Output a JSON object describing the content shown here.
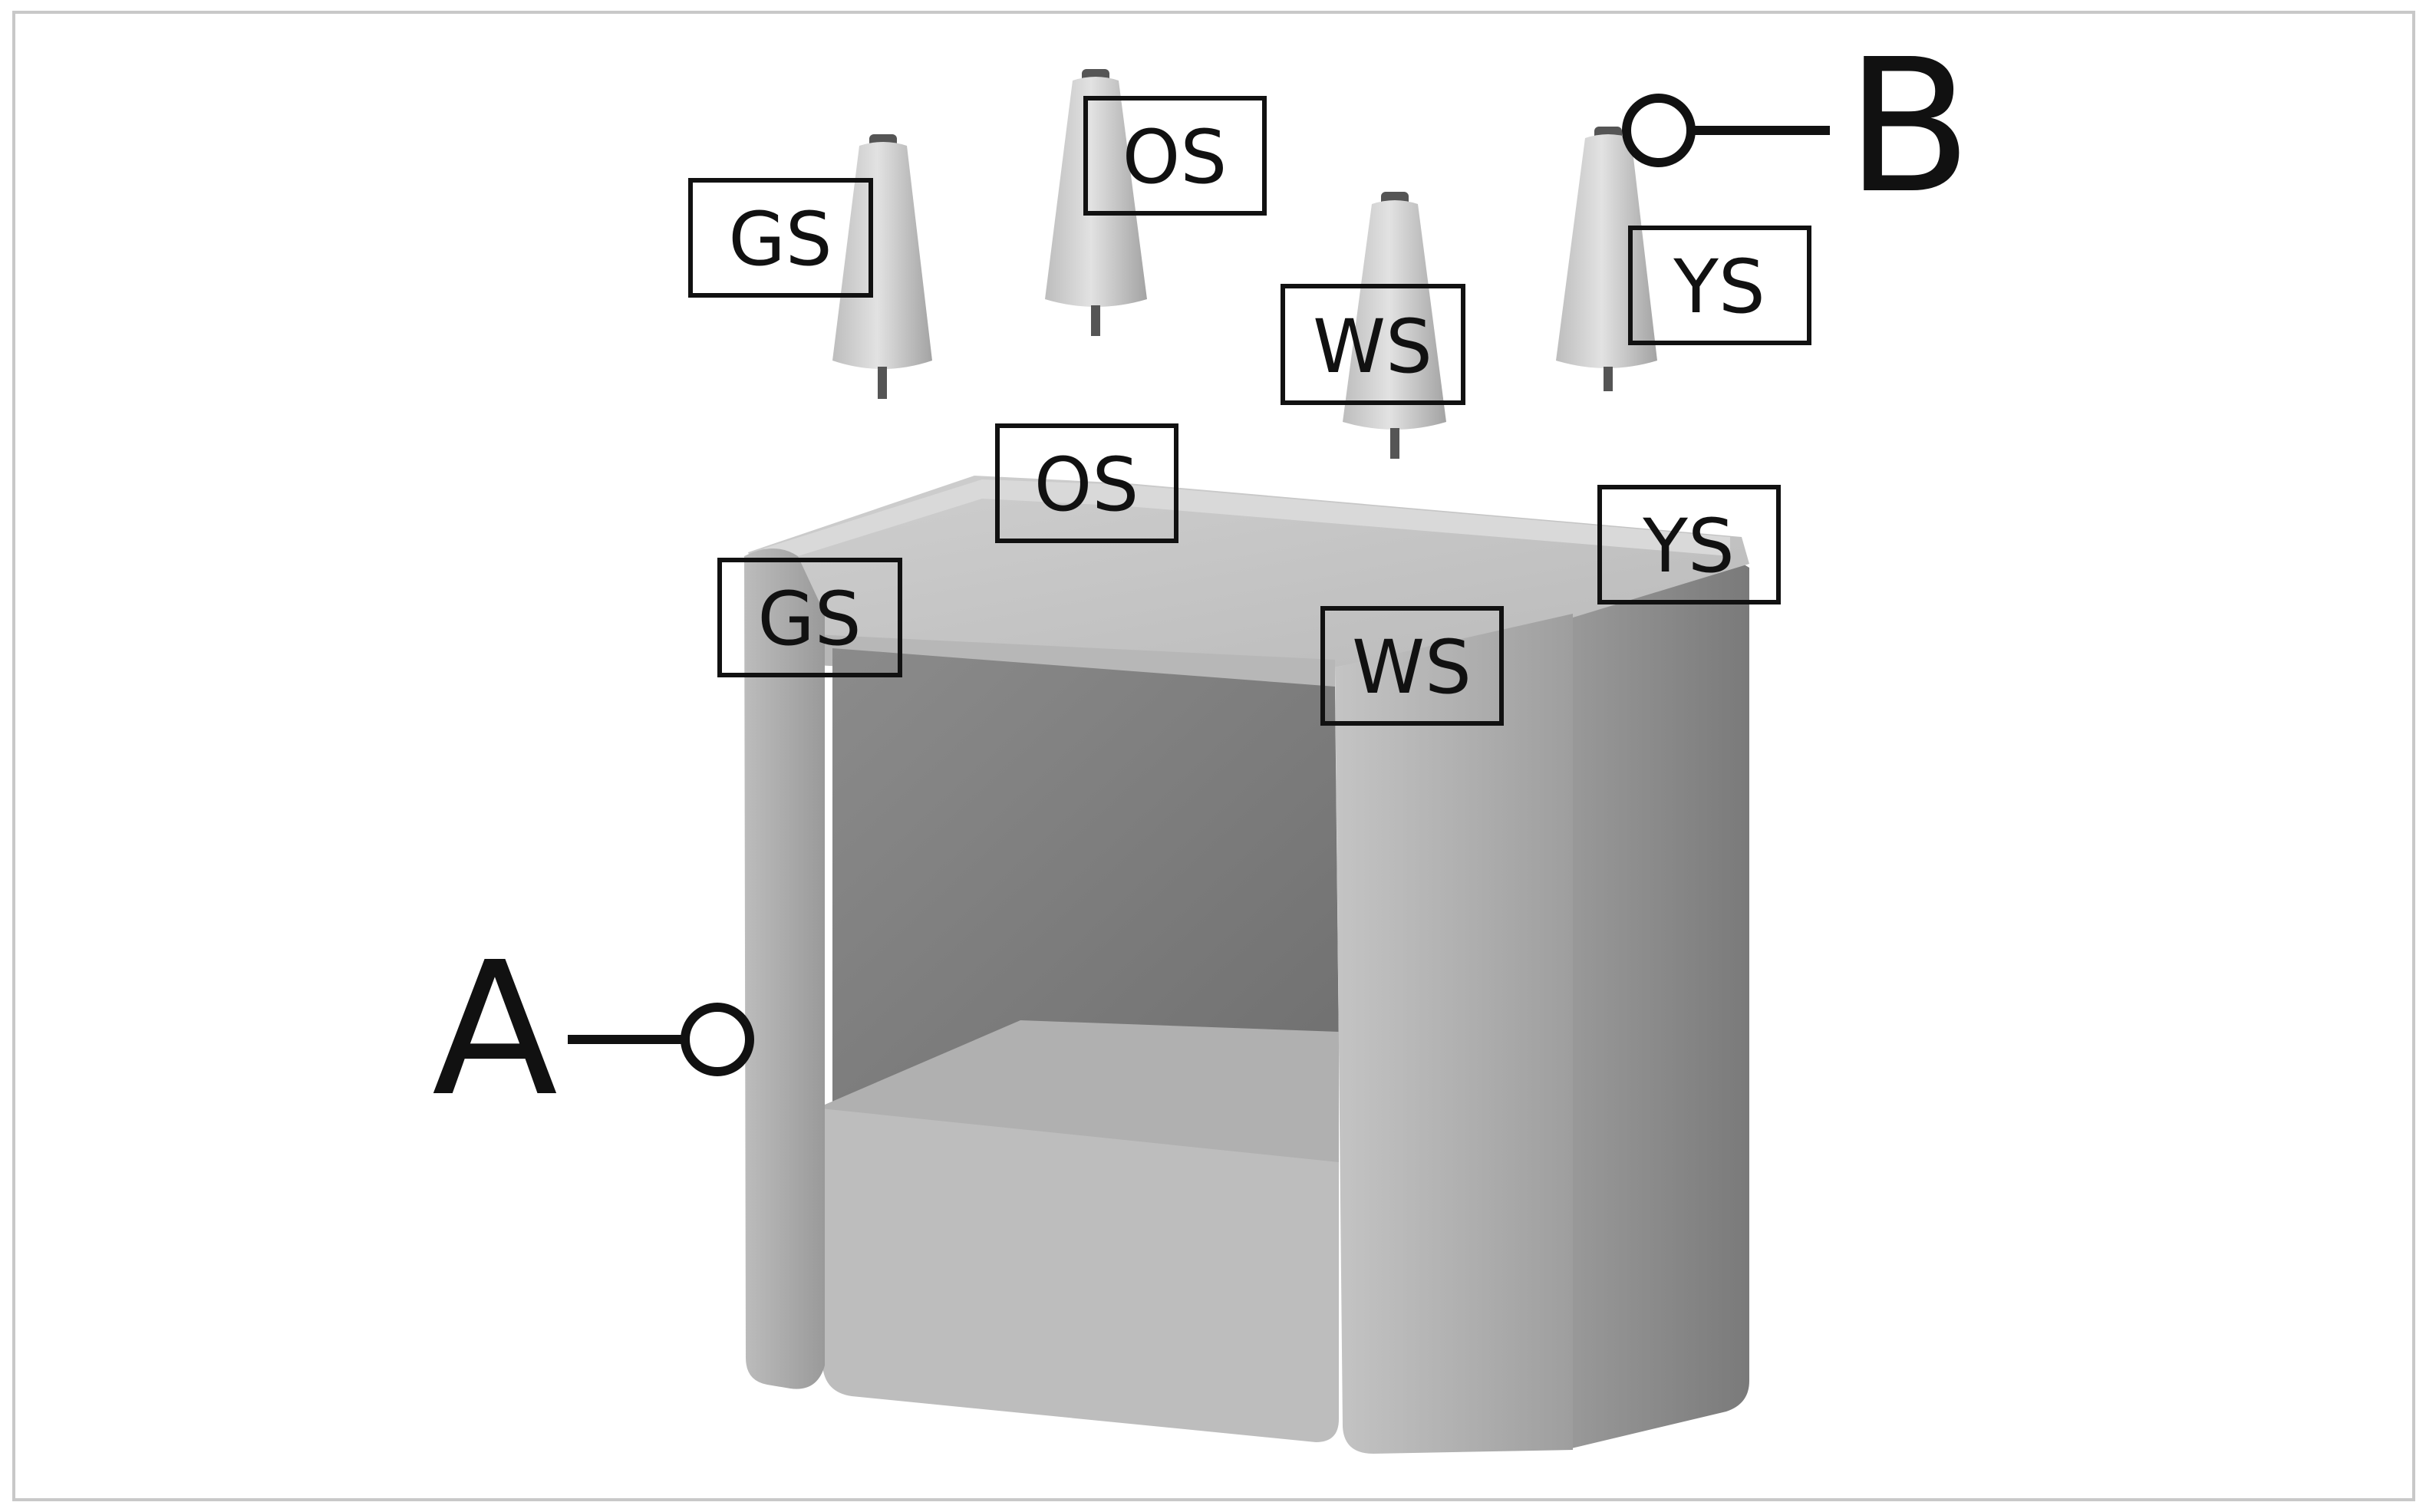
{
  "callouts": {
    "a": "A",
    "b": "B"
  },
  "labels": {
    "peg_gs": "GS",
    "peg_os": "OS",
    "peg_ws": "WS",
    "peg_ys": "YS",
    "hole_gs": "GS",
    "hole_os": "OS",
    "hole_ws": "WS",
    "hole_ys": "YS"
  },
  "colors": {
    "ink": "#111111",
    "frame": "#c8c8c8",
    "surface_light": "#cfcfcf",
    "surface_mid": "#a9a9a9",
    "surface_dark": "#7c7c7c"
  }
}
